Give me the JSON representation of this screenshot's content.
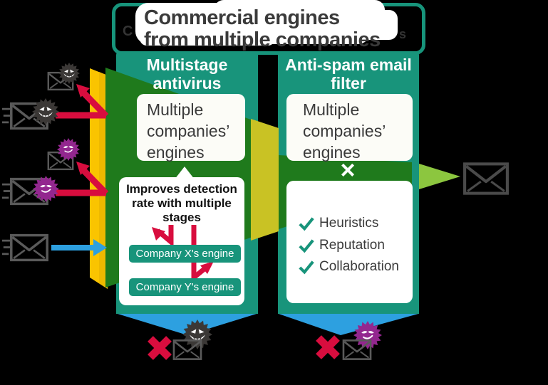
{
  "header": {
    "title_line1": "Commercial engines",
    "title_line2": "from multiple companies",
    "hidden_text_left": "C",
    "hidden_text_right": "s"
  },
  "left_panel": {
    "title_line1": "Multistage",
    "title_line2": "antivirus",
    "engines_line1": "Multiple",
    "engines_line2": "companies’",
    "engines_line3": "engines",
    "callout_line1": "Improves detection",
    "callout_line2": "rate with multiple",
    "callout_line3": "stages",
    "stage1": "Company X's engine",
    "stage2": "Company Y's engine"
  },
  "right_panel": {
    "title_line1": "Anti-spam email",
    "title_line2": "filter",
    "engines_line1": "Multiple",
    "engines_line2": "companies’",
    "engines_line3": "engines",
    "multiply": "×",
    "checklist": [
      "Heuristics",
      "Reputation",
      "Collaboration"
    ]
  },
  "icons": {
    "virus_dark": "spiky-virus-dark",
    "virus_purple": "spiky-virus-purple",
    "envelope": "envelope-outline",
    "speed_lines": "motion-lines",
    "red_x": "✕",
    "check": "✓"
  },
  "colors": {
    "teal": "#18947B",
    "dark_green": "#1F7A1C",
    "yellow": "#FAC400",
    "olive": "#C9C224",
    "chartreuse": "#8CC63F",
    "blue": "#2DA0E0",
    "crimson": "#D80D3E",
    "purple": "#93278F",
    "virus_dark": "#3B3836",
    "envelope_gray": "#5A5A5A",
    "text_dark": "#3A3A3A"
  }
}
